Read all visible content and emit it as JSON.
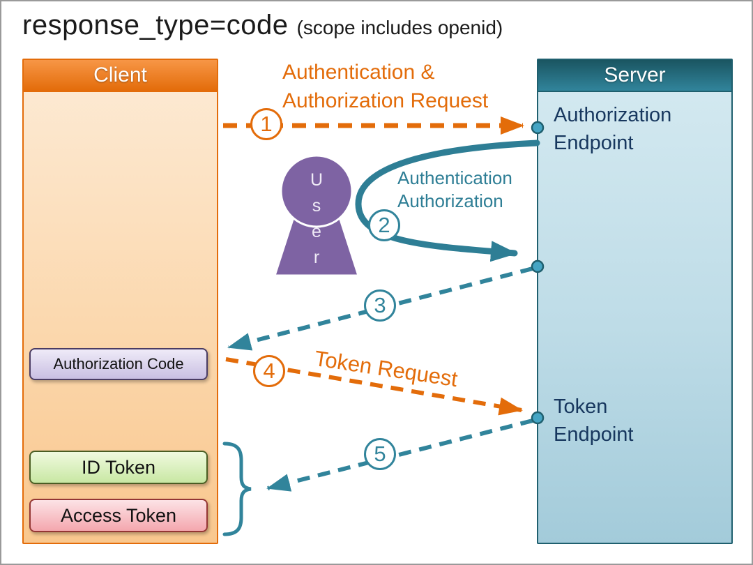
{
  "title": {
    "main": "response_type=code",
    "sub": "(scope includes openid)"
  },
  "client": {
    "header": "Client",
    "authorization_code": "Authorization Code",
    "id_token": "ID Token",
    "access_token": "Access Token"
  },
  "server": {
    "header": "Server",
    "authorization_endpoint": "Authorization\nEndpoint",
    "token_endpoint": "Token\nEndpoint"
  },
  "user": {
    "label": "User",
    "letters": [
      "U",
      "s",
      "e",
      "r"
    ]
  },
  "steps": [
    {
      "number": "1",
      "label": "Authentication &\nAuthorization Request",
      "color": "#E36C0A"
    },
    {
      "number": "2",
      "label": "Authentication\nAuthorization",
      "color": "#31849B"
    },
    {
      "number": "3",
      "label": "",
      "color": "#31849B"
    },
    {
      "number": "4",
      "label": "Token Request",
      "color": "#E36C0A"
    },
    {
      "number": "5",
      "label": "",
      "color": "#31849B"
    }
  ],
  "colors": {
    "orange": "#E36C0A",
    "teal": "#31849B",
    "teal_dark": "#1F5F6E",
    "navy": "#17375E",
    "purple": "#7E63A3"
  }
}
